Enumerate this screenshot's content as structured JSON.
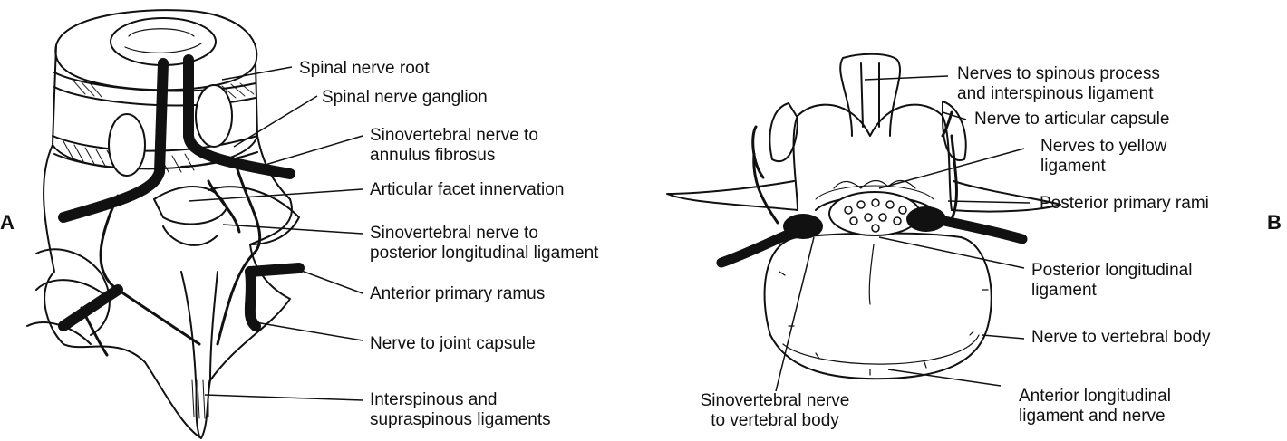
{
  "panels": {
    "a": "A",
    "b": "B"
  },
  "figure_a": {
    "labels": [
      {
        "lines": [
          "Spinal nerve root"
        ]
      },
      {
        "lines": [
          "Spinal nerve ganglion"
        ]
      },
      {
        "lines": [
          "Sinovertebral nerve to",
          "annulus fibrosus"
        ]
      },
      {
        "lines": [
          "Articular facet innervation"
        ]
      },
      {
        "lines": [
          "Sinovertebral nerve to",
          "posterior longitudinal ligament"
        ]
      },
      {
        "lines": [
          "Anterior primary ramus"
        ]
      },
      {
        "lines": [
          "Nerve to joint capsule"
        ]
      },
      {
        "lines": [
          "Interspinous and",
          "supraspinous ligaments"
        ]
      }
    ]
  },
  "figure_b": {
    "labels": [
      {
        "lines": [
          "Nerves to spinous process",
          "and interspinous ligament"
        ]
      },
      {
        "lines": [
          "Nerve to articular capsule"
        ]
      },
      {
        "lines": [
          "Nerves to yellow",
          "ligament"
        ]
      },
      {
        "lines": [
          "Posterior primary rami"
        ]
      },
      {
        "lines": [
          "Posterior longitudinal",
          "ligament"
        ]
      },
      {
        "lines": [
          "Nerve to vertebral body"
        ]
      },
      {
        "lines": [
          "Anterior longitudinal",
          "ligament and nerve"
        ]
      },
      {
        "lines": [
          "Sinovertebral nerve",
          "to vertebral body"
        ]
      }
    ]
  }
}
